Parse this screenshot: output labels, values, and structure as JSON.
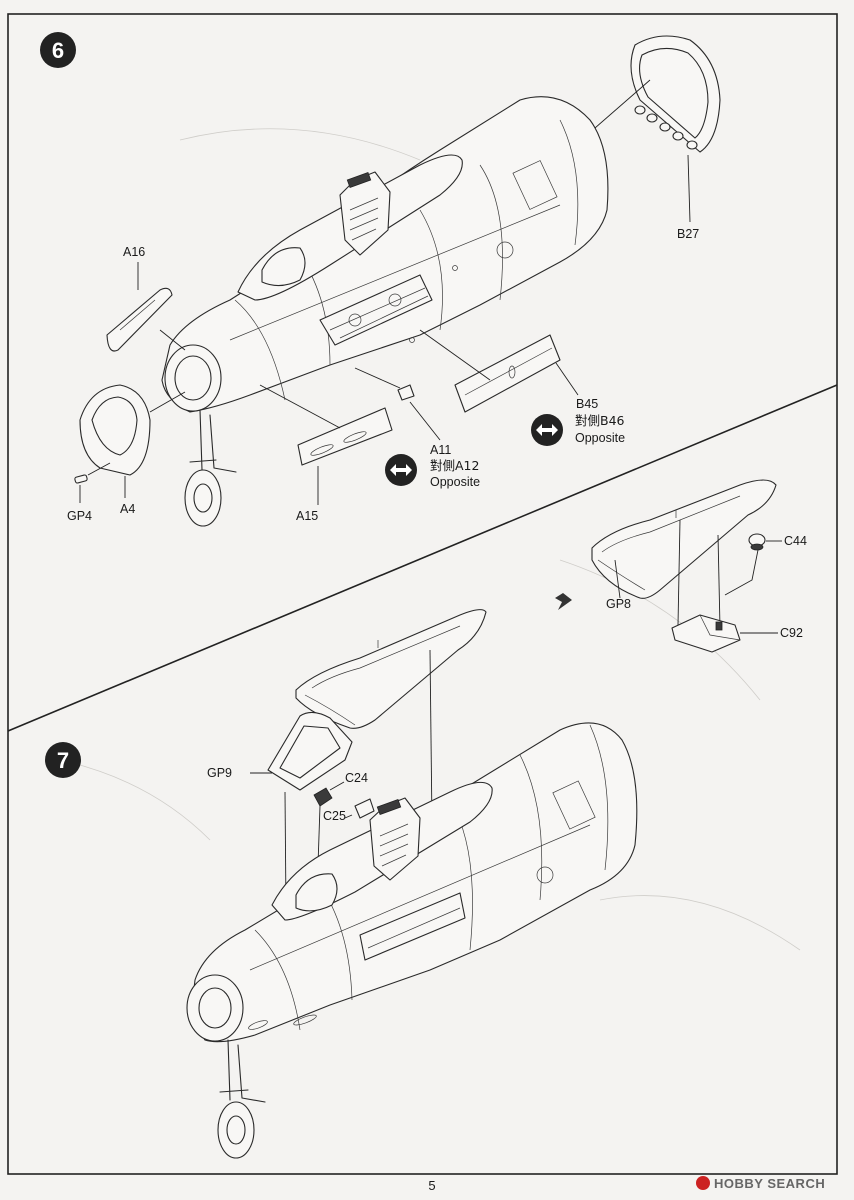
{
  "page": {
    "number": "5"
  },
  "watermark": {
    "text": "HOBBY SEARCH"
  },
  "steps": [
    {
      "number": "6",
      "labels": {
        "A16": "A16",
        "B27": "B27",
        "B45": "B45",
        "B46_note": "對側B46",
        "B46_opposite": "Opposite",
        "A11": "A11",
        "A12_note": "對側A12",
        "A12_opposite": "Opposite",
        "GP4": "GP4",
        "A4": "A4",
        "A15": "A15",
        "C44": "C44",
        "GP8": "GP8",
        "C92": "C92"
      }
    },
    {
      "number": "7",
      "labels": {
        "GP9": "GP9",
        "C24": "C24",
        "C25": "C25"
      }
    }
  ],
  "colors": {
    "ink": "#1a1a1a",
    "paper": "#f4f3f1",
    "badge": "#222222",
    "watermark": "#cc2222"
  }
}
